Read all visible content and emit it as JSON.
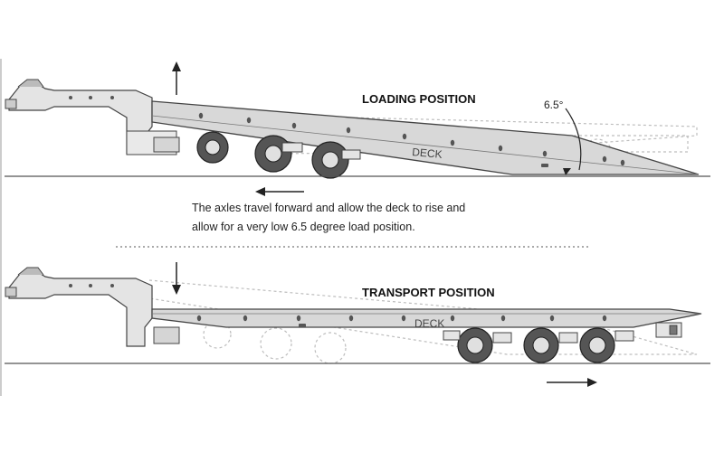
{
  "loading": {
    "title": "LOADING POSITION",
    "deck_label": "DECK",
    "angle_label": "6.5°"
  },
  "caption": {
    "line1": "The axles travel forward and allow the deck to rise and",
    "line2": "allow for a very low 6.5 degree load position."
  },
  "transport": {
    "title": "TRANSPORT POSITION",
    "deck_label": "DECK"
  },
  "colors": {
    "deck_fill": "#d8d8d8",
    "outline": "#444444",
    "ghost": "#b9b9b9",
    "ground": "#555555"
  }
}
